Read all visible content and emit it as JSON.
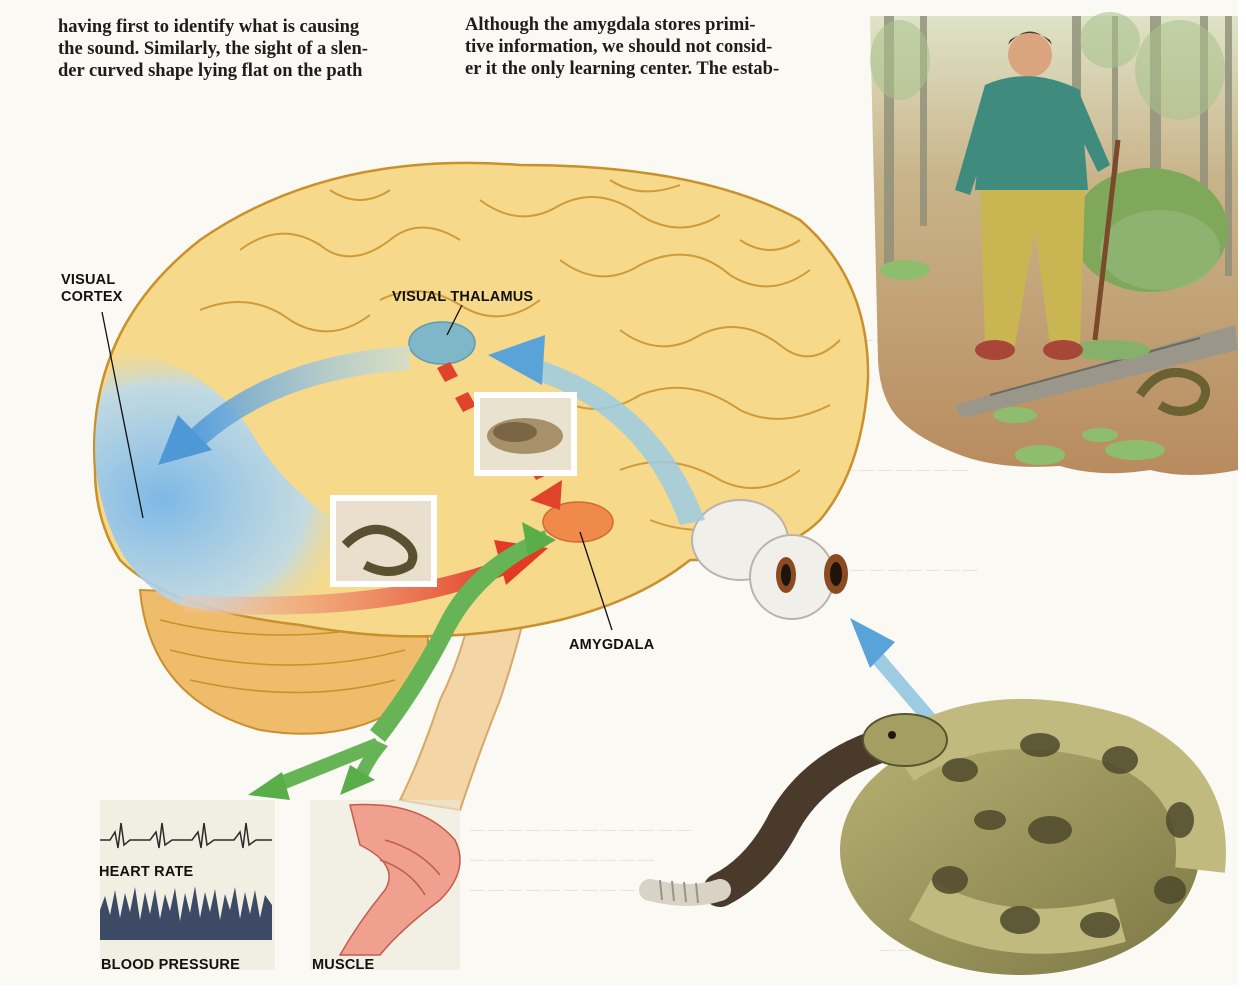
{
  "text_columns": {
    "left": [
      "having first to identify what is causing",
      "the sound. Similarly, the sight of a slen-",
      "der curved shape lying flat on the path"
    ],
    "middle": [
      "Although the amygdala stores primi-",
      "tive information, we should not consid-",
      "er it the only learning center. The estab-"
    ]
  },
  "labels": {
    "visual_cortex": [
      "VISUAL",
      "CORTEX"
    ],
    "visual_thalamus": "VISUAL THALAMUS",
    "amygdala": "AMYGDALA",
    "heart_rate": "HEART RATE",
    "blood_pressure": "BLOOD PRESSURE",
    "muscle": "MUSCLE"
  },
  "colors": {
    "brain": "#f6d98a",
    "brain_outline": "#c9902c",
    "visual_cortex_region": "#8fc4e8",
    "thalamus": "#7fb7c9",
    "amygdala": "#f08a4b",
    "arrow_blue": "#5aa3d8",
    "arrow_red": "#e0432b",
    "arrow_green": "#5aae4a",
    "snake_body": "#6e6a3c",
    "forest_floor": "#b89066"
  }
}
